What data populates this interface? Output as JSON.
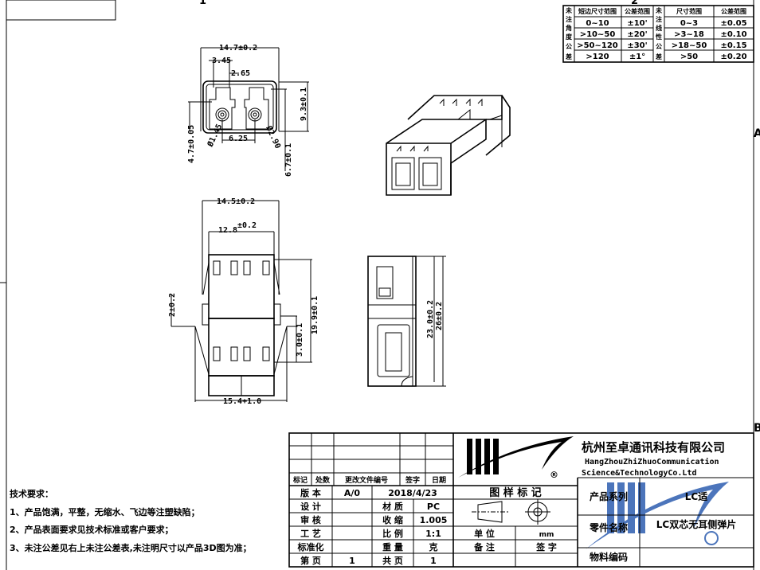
{
  "frame": {
    "zone_top_1": "1",
    "zone_top_2": "2",
    "zone_right_a": "A",
    "zone_right_b": "B"
  },
  "tolerance_table": {
    "angle_label": [
      "未",
      "注",
      "角",
      "度",
      "公",
      "差"
    ],
    "angle_header": [
      "短边尺寸范围",
      "公差范围"
    ],
    "angle_rows": [
      [
        "0~10",
        "±10'"
      ],
      [
        ">10~50",
        "±20'"
      ],
      [
        ">50~120",
        "±30'"
      ],
      [
        ">120",
        "±1°"
      ]
    ],
    "linear_label": [
      "未",
      "注",
      "线",
      "性",
      "公",
      "差"
    ],
    "linear_header": [
      "尺寸范围",
      "公差范围"
    ],
    "linear_rows": [
      [
        "0~3",
        "±0.05"
      ],
      [
        ">3~18",
        "±0.10"
      ],
      [
        ">18~50",
        "±0.15"
      ],
      [
        ">50",
        "±0.20"
      ]
    ]
  },
  "front_view": {
    "width": "14.7±0.2",
    "d1": "3.45",
    "d2": "2.65",
    "height": "9.3±0.1",
    "pitch": "6.25",
    "left_h": "4.7±0.05",
    "right_h": "6.7±0.1",
    "hole1": "Ø1.45",
    "hole2": "Ø2.90"
  },
  "top_view": {
    "outer_w": "14.5±0.2",
    "inner_w": "12.8",
    "inner_w_tol": "±0.2",
    "tab": "2±0.2",
    "length": "19.9±0.1",
    "spring": "3.0±0.1",
    "bottom_w": "15.4+1.0"
  },
  "side_view": {
    "len1": "23.0±0.2",
    "len2": "26±0.2"
  },
  "notes": {
    "title": "技术要求：",
    "items": [
      "1、产品饱满，平整，无缩水、飞边等注塑缺陷；",
      "2、产品表面要求见技术标准或客户要求；",
      "3、未注公差见右上未注公差表,未注明尺寸以产品3D图为准；"
    ]
  },
  "title_block": {
    "rev_headers": [
      "标记",
      "处数",
      "更改文件编号",
      "签字",
      "日期"
    ],
    "version_label": "版 本",
    "version": "A/0",
    "date": "2018/4/23",
    "design_label": "设 计",
    "material_label": "材 质",
    "material": "PC",
    "review_label": "审 核",
    "shrink_label": "收 缩",
    "shrink": "1.005",
    "process_label": "工 艺",
    "scale_label": "比 例",
    "scale": "1:1",
    "standard_label": "标准化",
    "weight_label": "重 量",
    "weight": "克",
    "page_label": "第 页",
    "page": "1",
    "total_label": "共 页",
    "total": "1",
    "drawing_mark": "图 样 标 记",
    "unit_label": "单 位",
    "unit": "mm",
    "remark_label": "备 注",
    "sign_label": "签 字",
    "company_cn": "杭州至卓通讯科技有限公司",
    "company_en1": "HangZhouZhiZhuoCommunication",
    "company_en2": "Science&TechnologyCo.Ltd",
    "registered": "®",
    "series_label": "产品系列",
    "series": "LC适",
    "part_label": "零件名称",
    "part": "LC双芯无耳侧弹片",
    "code_label": "物料编码"
  },
  "colors": {
    "watermark": "#2d5db0"
  }
}
